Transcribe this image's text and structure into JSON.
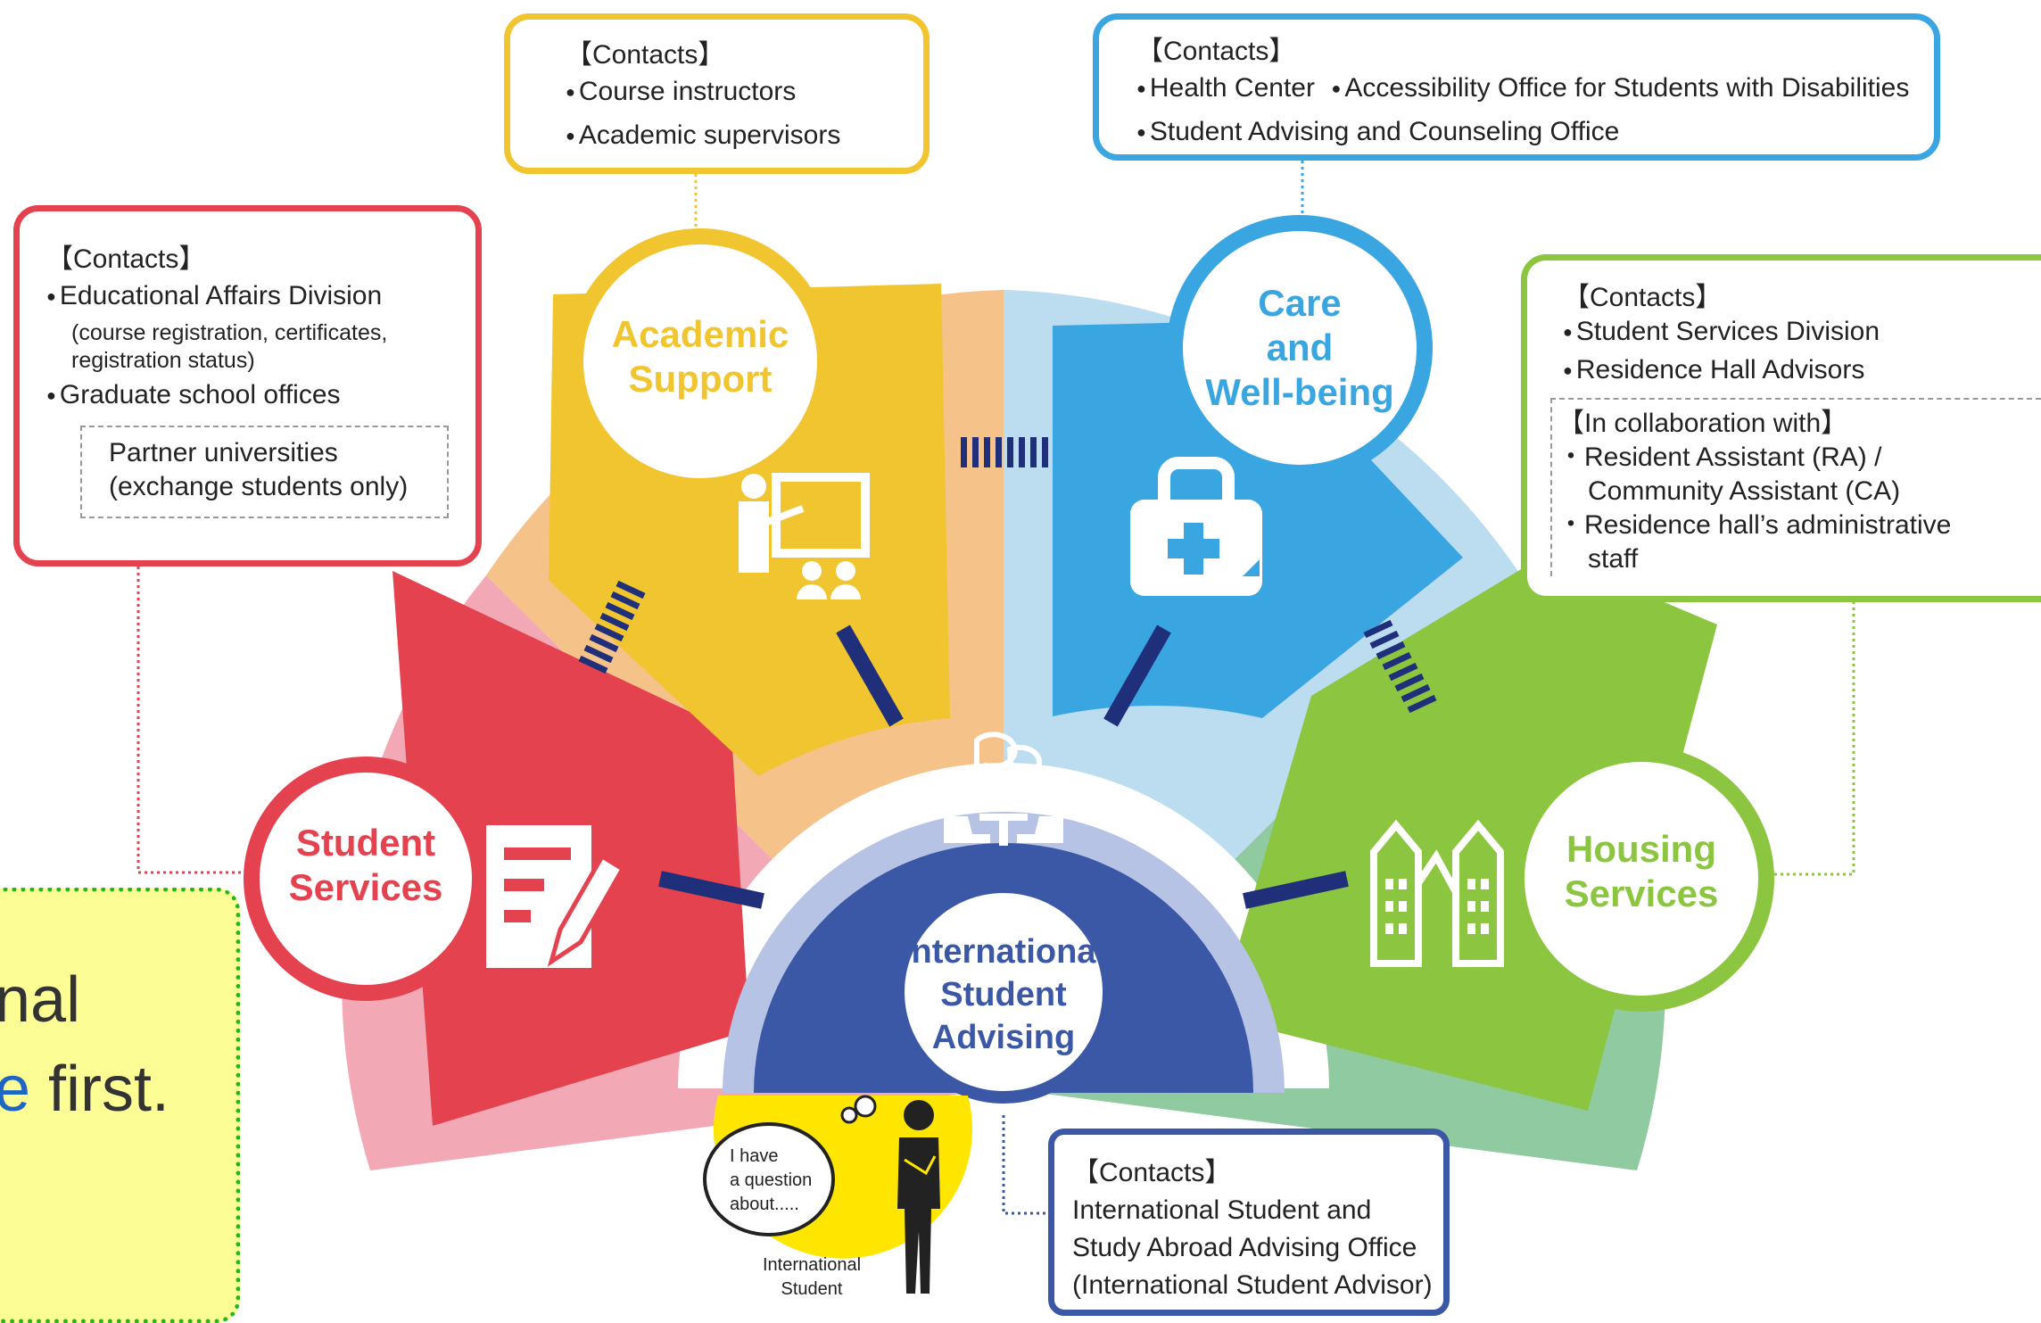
{
  "academic": {
    "title_line1": "Academic",
    "title_line2": "Support",
    "contacts_label": "【Contacts】",
    "contacts": [
      "Course instructors",
      "Academic supervisors"
    ]
  },
  "care": {
    "title_line1": "Care",
    "title_line2": "and",
    "title_line3": "Well-being",
    "contacts_label": "【Contacts】",
    "contacts_line1_a": "Health Center",
    "contacts_line1_b": "Accessibility Office for Students with Disabilities",
    "contacts_line2": "Student Advising and Counseling Office"
  },
  "student_services": {
    "title_line1": "Student",
    "title_line2": "Services",
    "contacts_label": "【Contacts】",
    "contact1": "Educational Affairs Division",
    "contact1_note_line1": "(course registration, certificates,",
    "contact1_note_line2": "registration status)",
    "contact2": "Graduate school offices",
    "partner_line1": "Partner universities",
    "partner_line2": "(exchange students only)"
  },
  "housing": {
    "title_line1": "Housing",
    "title_line2": "Services",
    "contacts_label": "【Contacts】",
    "contacts": [
      "Student Services Division",
      "Residence Hall Advisors"
    ],
    "collab_label": "【In collaboration with】",
    "collab_1_line1": "・Resident Assistant (RA) /",
    "collab_1_line2": "Community Assistant (CA)",
    "collab_2_line1": "・Residence hall’s administrative",
    "collab_2_line2": "staff"
  },
  "isa": {
    "title_line1": "International",
    "title_line2": "Student",
    "title_line3": "Advising",
    "contacts_label": "【Contacts】",
    "contacts_line1": "International Student and",
    "contacts_line2": "Study Abroad Advising Office",
    "contacts_line3": "(International Student Advisor)"
  },
  "student": {
    "bubble_line1": "I have",
    "bubble_line2": "a question",
    "bubble_line3": "about.....",
    "label_line1": "International",
    "label_line2": "Student"
  },
  "note": {
    "line1_visible": "nal",
    "line2_colored": "e",
    "line2_rest": " first."
  },
  "colors": {
    "academic": "#f1c530",
    "care": "#3aa6e1",
    "student_services": "#e5424f",
    "housing": "#8cc540",
    "isa": "#3b58a7",
    "connector": "#1f2f7a"
  },
  "icons": [
    "teacher-icon",
    "first-aid-kit-icon",
    "form-pen-icon",
    "building-icon",
    "meeting-icon",
    "thinking-person-icon"
  ]
}
